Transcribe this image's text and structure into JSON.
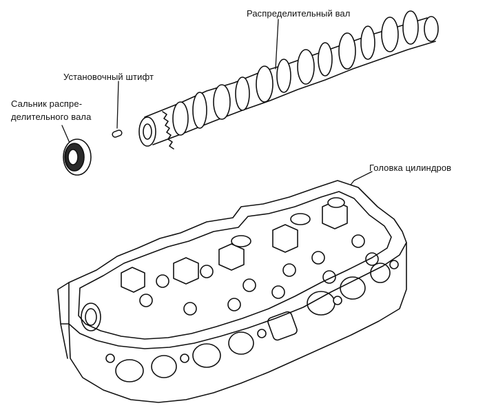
{
  "labels": {
    "camshaft": "Распределительный вал",
    "locating_pin": "Установочный штифт",
    "camshaft_seal_line1": "Сальник распре-",
    "camshaft_seal_line2": "делительного вала",
    "cylinder_head": "Головка цилиндров"
  },
  "colors": {
    "ink": "#111111",
    "background": "#ffffff"
  }
}
